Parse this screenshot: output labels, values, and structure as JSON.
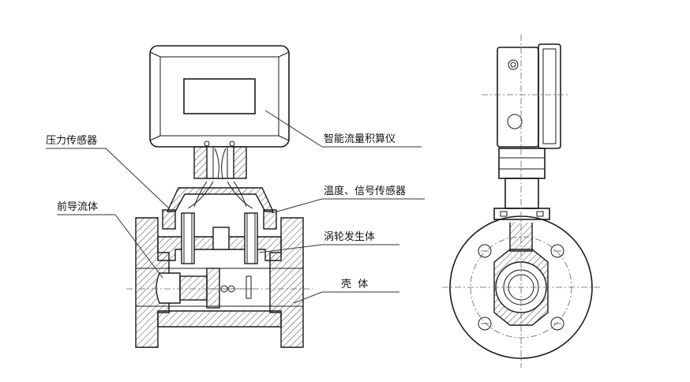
{
  "labels": {
    "totalizer": "智能流量积算仪",
    "pressure_sensor": "压力传感器",
    "temp_signal_sensor": "温度、信号传感器",
    "front_straightener": "前导流体",
    "vortex_generator": "涡轮发生体",
    "housing": "壳  体"
  },
  "colors": {
    "line": "#1a1a1a",
    "background": "#ffffff"
  }
}
